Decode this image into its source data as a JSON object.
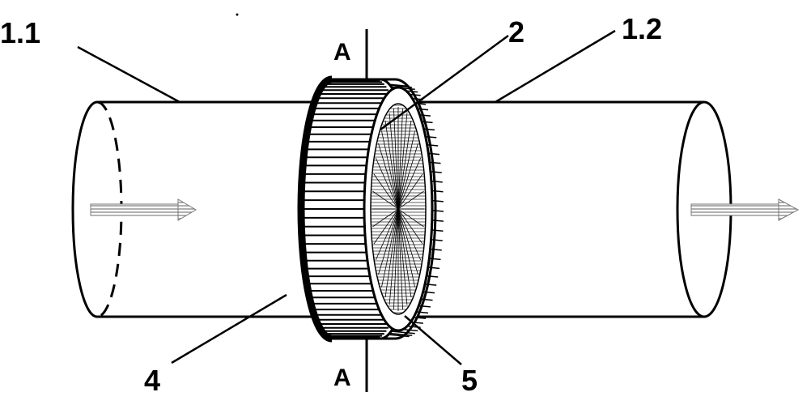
{
  "labels": {
    "pipe_inlet": "1.1",
    "pipe_outlet": "1.2",
    "element_2": "2",
    "element_4": "4",
    "element_5": "5",
    "section_top": "A",
    "section_bottom": "A"
  },
  "colors": {
    "stroke": "#000000",
    "background": "#ffffff",
    "arrow": "#9a9a9a"
  }
}
